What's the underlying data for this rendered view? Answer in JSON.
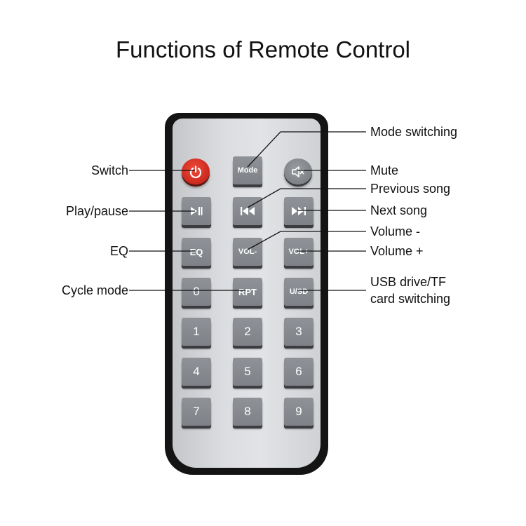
{
  "title": "Functions of Remote Control",
  "keys": {
    "mode": "Mode",
    "eq": "EQ",
    "vol_minus": "VOL-",
    "vol_plus": "VOL+",
    "zero": "0",
    "rpt": "RPT",
    "usd": "U/SD",
    "one": "1",
    "two": "2",
    "three": "3",
    "four": "4",
    "five": "5",
    "six": "6",
    "seven": "7",
    "eight": "8",
    "nine": "9"
  },
  "labels": {
    "switch": "Switch",
    "play_pause": "Play/pause",
    "eq": "EQ",
    "cycle_mode": "Cycle mode",
    "mode_switching": "Mode switching",
    "mute": "Mute",
    "previous_song": "Previous song",
    "next_song": "Next song",
    "volume_minus": "Volume -",
    "volume_plus": "Volume +",
    "usb_line1": "USB drive/TF",
    "usb_line2": "card switching"
  },
  "icons": {
    "power": "power-icon",
    "mute": "speaker-mute-icon",
    "play_pause": "play-pause-icon",
    "previous": "previous-track-icon",
    "next": "next-track-icon"
  },
  "colors": {
    "power_button": "#d5291f",
    "key": "#878b90",
    "remote_body": "#141414"
  }
}
